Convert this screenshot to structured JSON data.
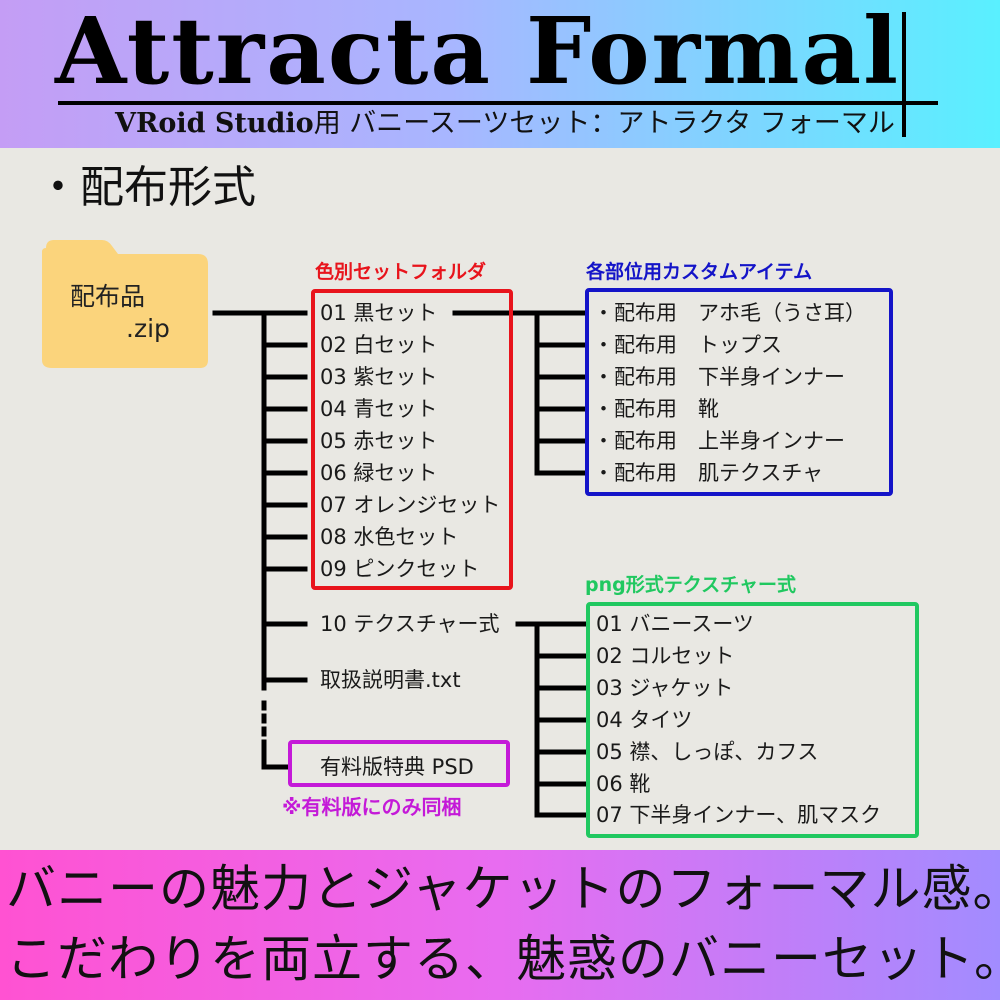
{
  "header": {
    "title": "Attracta Formal",
    "subtitle_latin": "VRoid Studio",
    "subtitle_rest": "用 バニースーツセット：アトラクタ フォーマル"
  },
  "section_title": "・配布形式",
  "zip": {
    "line1": "配布品",
    "line2": ".zip"
  },
  "color_sets": {
    "title": "色別セットフォルダ",
    "items": [
      "01 黒セット",
      "02 白セット",
      "03 紫セット",
      "04 青セット",
      "05 赤セット",
      "06 緑セット",
      "07 オレンジセット",
      "08 水色セット",
      "09 ピンクセット"
    ]
  },
  "custom_items": {
    "title": "各部位用カスタムアイテム",
    "items": [
      "・配布用　アホ毛（うさ耳）",
      "・配布用　トップス",
      "・配布用　下半身インナー",
      "・配布用　靴",
      "・配布用　上半身インナー",
      "・配布用　肌テクスチャ"
    ]
  },
  "texture_folder": "10 テクスチャー式",
  "manual": "取扱説明書.txt",
  "paid": {
    "label": "有料版特典 PSD",
    "note": "※有料版にのみ同梱"
  },
  "png_textures": {
    "title": "png形式テクスチャー式",
    "items": [
      "01 バニースーツ",
      "02 コルセット",
      "03 ジャケット",
      "04 タイツ",
      "05 襟、しっぽ、カフス",
      "06 靴",
      "07 下半身インナー、肌マスク"
    ]
  },
  "colors": {
    "red_box": "#e8141c",
    "blue_box": "#1414c8",
    "green_box": "#20c860",
    "purple_box": "#c41ad8",
    "folder": "#fbd47c"
  },
  "footer": {
    "line1": "バニーの魅力とジャケットのフォーマル感。",
    "line2": "こだわりを両立する、魅惑のバニーセット。"
  }
}
